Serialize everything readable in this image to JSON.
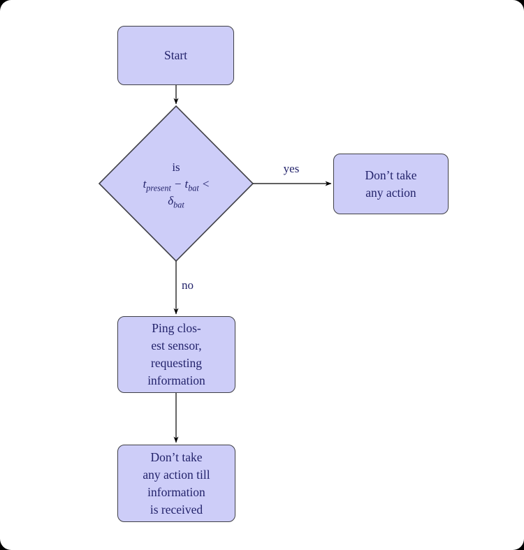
{
  "page": {
    "background_color": "#000000",
    "canvas_color": "#ffffff"
  },
  "flowchart": {
    "style": {
      "node_fill": "#cdcdf8",
      "node_border": "#3f3f46",
      "text_color": "#23236b",
      "edge_color": "#000000"
    },
    "nodes": {
      "start": {
        "label": "Start"
      },
      "decision": {
        "line1": "is",
        "var1_base": "t",
        "var1_sub": "present",
        "operator_minus": "−",
        "var2_base": "t",
        "var2_sub": "bat",
        "operator_lt": "<",
        "var3_base": "δ",
        "var3_sub": "bat"
      },
      "no_action": {
        "label": "Don’t take\nany action"
      },
      "ping": {
        "label": "Ping clos-\nest sensor,\nrequesting\ninformation"
      },
      "wait": {
        "label": "Don’t take\nany action till\ninformation\nis received"
      }
    },
    "edges": {
      "yes_label": "yes",
      "no_label": "no"
    }
  }
}
